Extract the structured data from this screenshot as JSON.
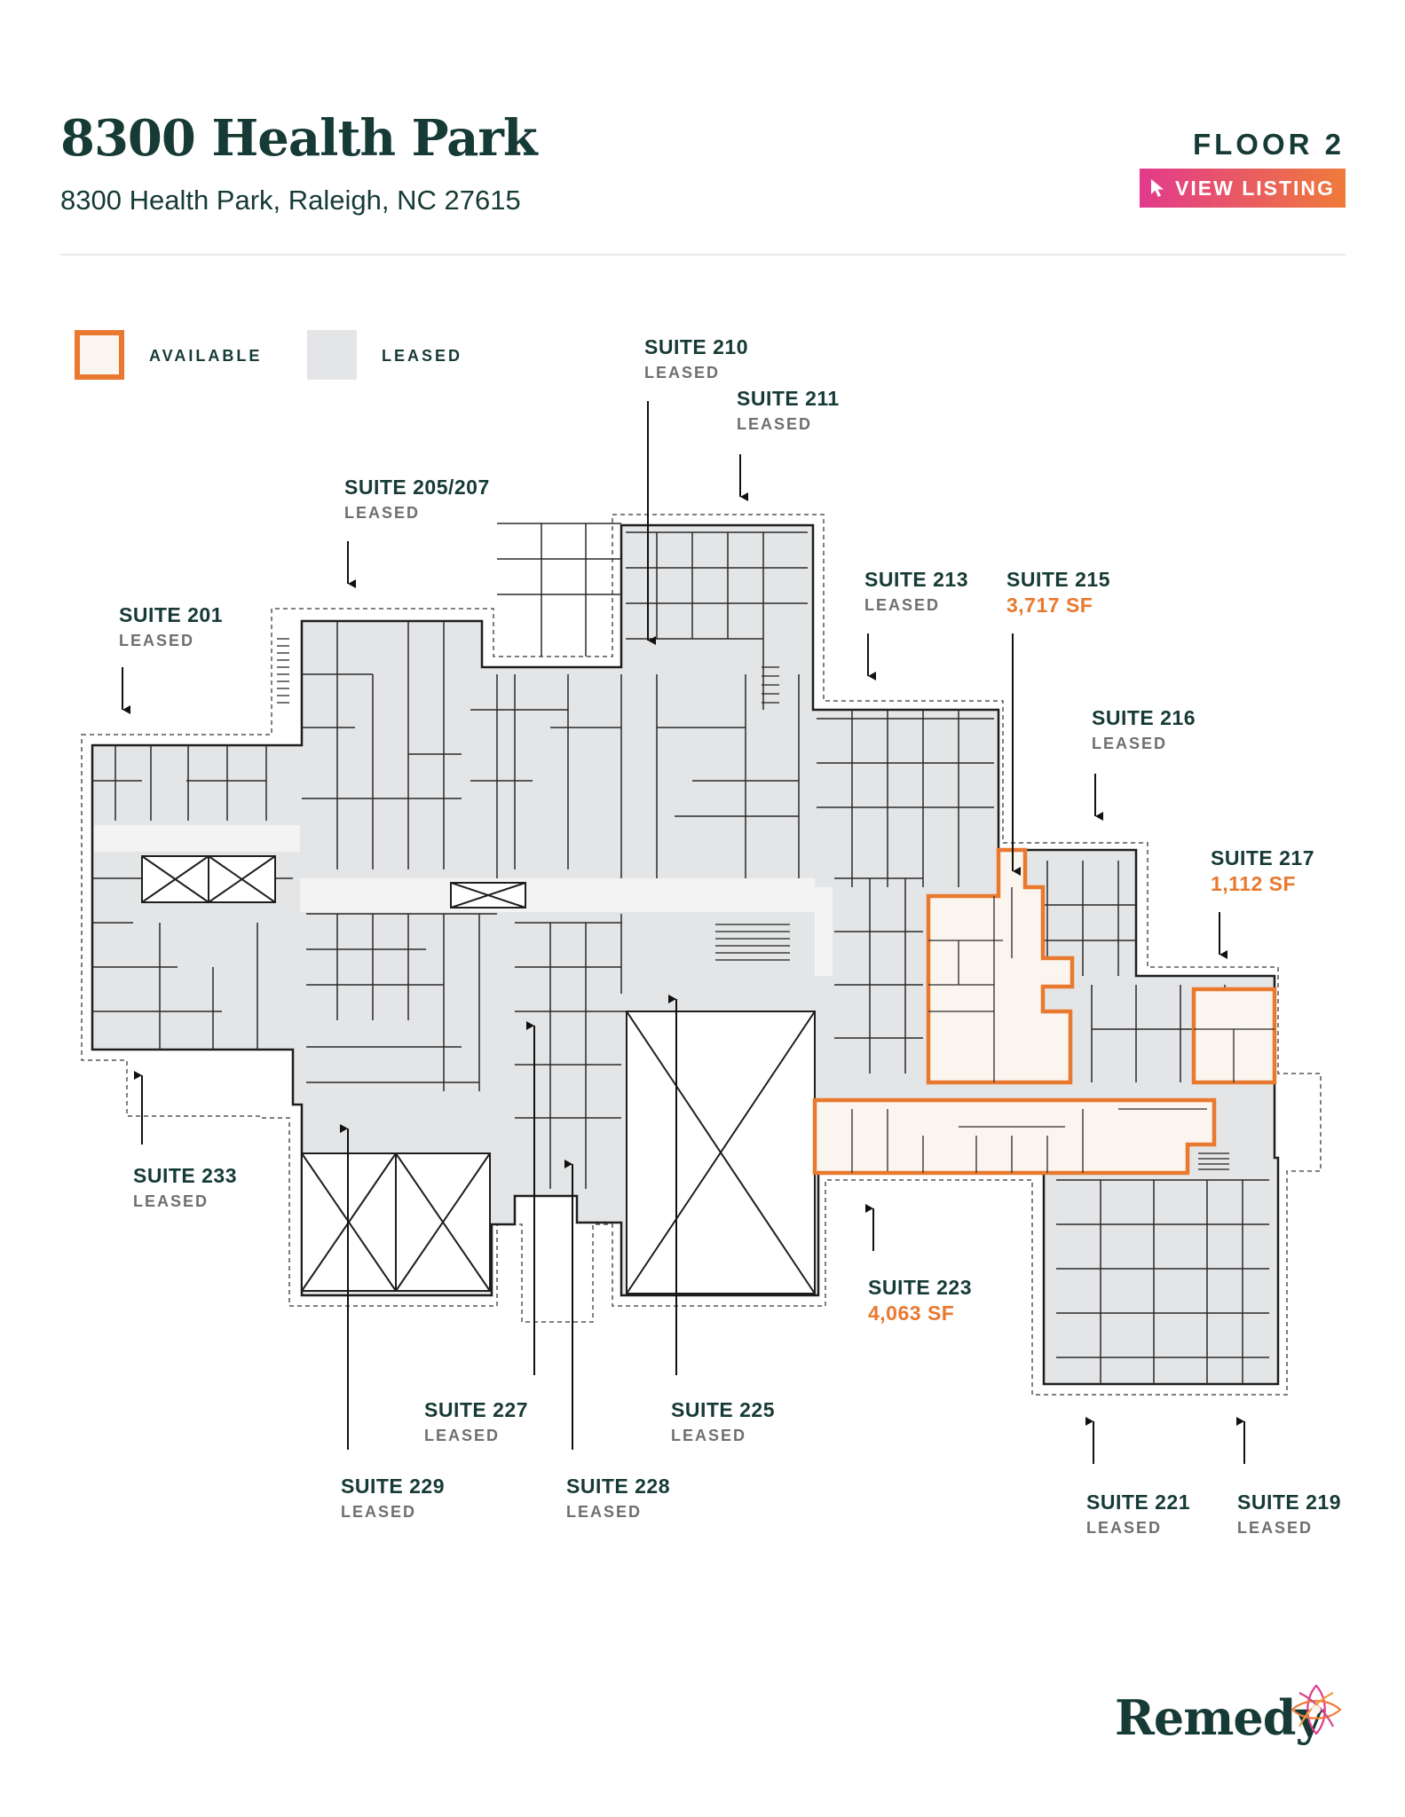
{
  "header": {
    "title": "8300 Health Park",
    "address": "8300 Health Park, Raleigh, NC 27615",
    "floor_label": "FLOOR 2",
    "view_listing_label": "VIEW LISTING",
    "view_listing_icon": "cursor-arrow-icon"
  },
  "legend": {
    "available_label": "AVAILABLE",
    "leased_label": "LEASED",
    "available_color": "#e8792f",
    "leased_color": "#e4e5e6"
  },
  "suites": {
    "s201": {
      "name": "SUITE 201",
      "status": "LEASED"
    },
    "s205": {
      "name": "SUITE 205/207",
      "status": "LEASED"
    },
    "s210": {
      "name": "SUITE 210",
      "status": "LEASED"
    },
    "s211": {
      "name": "SUITE 211",
      "status": "LEASED"
    },
    "s213": {
      "name": "SUITE 213",
      "status": "LEASED"
    },
    "s215": {
      "name": "SUITE 215",
      "status": "3,717 SF"
    },
    "s216": {
      "name": "SUITE 216",
      "status": "LEASED"
    },
    "s217": {
      "name": "SUITE 217",
      "status": "1,112 SF"
    },
    "s223": {
      "name": "SUITE 223",
      "status": "4,063 SF"
    },
    "s233": {
      "name": "SUITE 233",
      "status": "LEASED"
    },
    "s227": {
      "name": "SUITE 227",
      "status": "LEASED"
    },
    "s225": {
      "name": "SUITE 225",
      "status": "LEASED"
    },
    "s229": {
      "name": "SUITE 229",
      "status": "LEASED"
    },
    "s228": {
      "name": "SUITE 228",
      "status": "LEASED"
    },
    "s221": {
      "name": "SUITE 221",
      "status": "LEASED"
    },
    "s219": {
      "name": "SUITE 219",
      "status": "LEASED"
    }
  },
  "brand": {
    "logo_text": "Remedy",
    "logo_icon": "remedy-swirl-icon",
    "accent_color": "#e8792f"
  }
}
